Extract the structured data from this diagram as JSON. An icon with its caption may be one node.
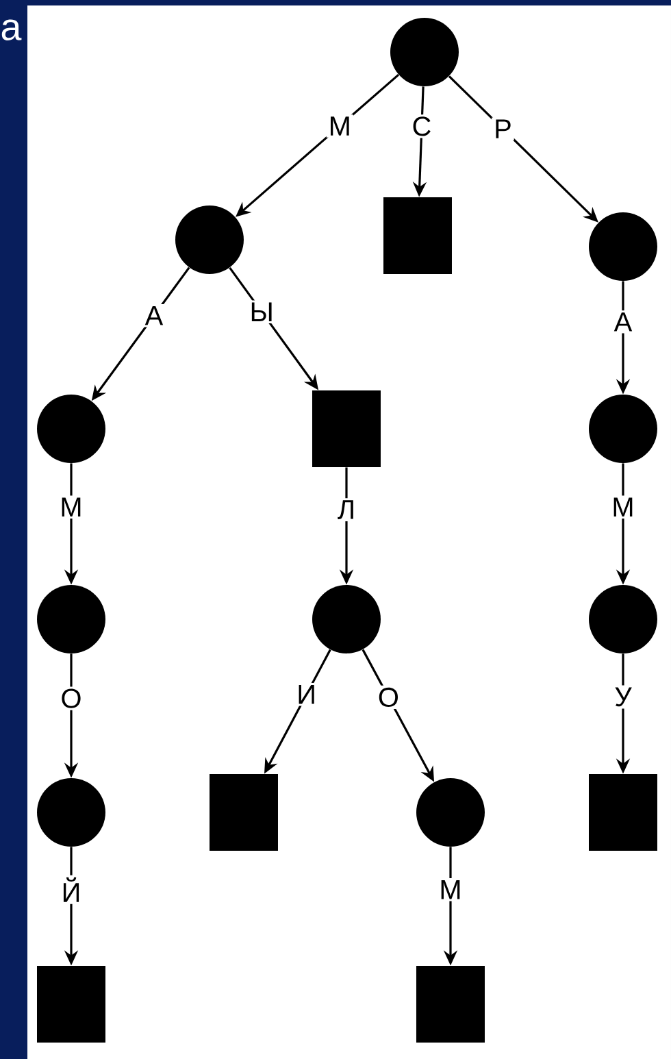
{
  "diagram": {
    "nodes": [
      {
        "text": [],
        "shape": "circle"
      },
      {
        "text": [],
        "shape": "circle"
      },
      {
        "text": [],
        "shape": "box"
      },
      {
        "text": [],
        "shape": "circle"
      },
      {
        "text": [],
        "shape": "circle"
      },
      {
        "text": [],
        "shape": "box"
      },
      {
        "text": [],
        "shape": "circle"
      },
      {
        "text": [],
        "shape": "circle"
      },
      {
        "text": [],
        "shape": "circle"
      },
      {
        "text": [],
        "shape": "circle"
      },
      {
        "text": [],
        "shape": "circle"
      },
      {
        "text": [],
        "shape": "box"
      },
      {
        "text": [],
        "shape": "circle"
      },
      {
        "text": [],
        "shape": "box"
      },
      {
        "text": [],
        "shape": "box"
      },
      {
        "text": [],
        "shape": "box"
      }
    ],
    "edges": [
      {
        "from": 0,
        "to": 1,
        "arrow": "to",
        "label": "М"
      },
      {
        "from": 0,
        "to": 2,
        "arrow": "to",
        "label": "С"
      },
      {
        "from": 0,
        "to": 3,
        "arrow": "to",
        "label": "Р"
      },
      {
        "from": 1,
        "to": 4,
        "arrow": "to",
        "label": "А"
      },
      {
        "from": 1,
        "to": 5,
        "arrow": "to",
        "label": "Ы"
      },
      {
        "from": 3,
        "to": 6,
        "arrow": "to",
        "label": "А"
      },
      {
        "from": 4,
        "to": 7,
        "arrow": "to",
        "label": "М"
      },
      {
        "from": 5,
        "to": 8,
        "arrow": "to",
        "label": "Л"
      },
      {
        "from": 6,
        "to": 9,
        "arrow": "to",
        "label": "М"
      },
      {
        "from": 7,
        "to": 10,
        "arrow": "to",
        "label": "О"
      },
      {
        "from": 8,
        "to": 11,
        "arrow": "to",
        "label": "И"
      },
      {
        "from": 8,
        "to": 12,
        "arrow": "to",
        "label": "О"
      },
      {
        "from": 9,
        "to": 13,
        "arrow": "to",
        "label": "У"
      },
      {
        "from": 10,
        "to": 14,
        "arrow": "to",
        "label": "Й"
      },
      {
        "from": 12,
        "to": 15,
        "arrow": "to",
        "label": "М"
      }
    ],
    "labels": [
      "а"
    ]
  }
}
